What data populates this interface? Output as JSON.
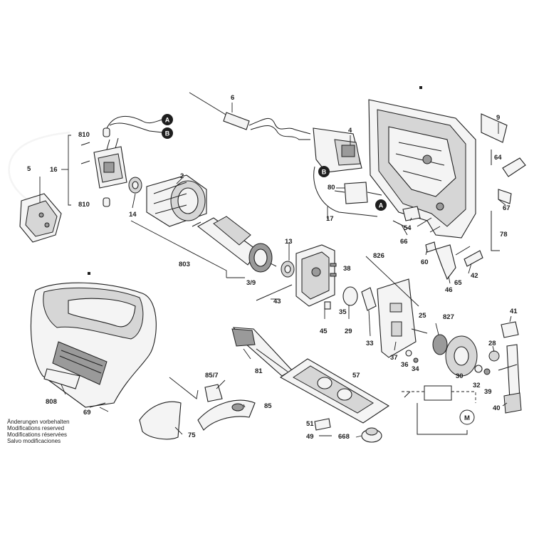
{
  "labels": {
    "p6": "6",
    "p4": "4",
    "p9": "9",
    "p64": "64",
    "p5": "5",
    "p16": "16",
    "p810a": "810",
    "p810b": "810",
    "p2": "2",
    "p14": "14",
    "p80": "80",
    "p17": "17",
    "p67": "67",
    "p78": "78",
    "p13": "13",
    "p54": "54",
    "p803": "803",
    "p3_9": "3/9",
    "p38": "38",
    "p826": "826",
    "p66": "66",
    "p60": "60",
    "p42": "42",
    "p46": "46",
    "p65": "65",
    "p43": "43",
    "p35": "35",
    "p29": "29",
    "p25": "25",
    "p827": "827",
    "p41": "41",
    "p45": "45",
    "p33": "33",
    "p28": "28",
    "p37": "37",
    "p36": "36",
    "p34": "34",
    "p81": "81",
    "p57": "57",
    "p32": "32",
    "p39": "39",
    "p30": "30",
    "p85_7": "85/7",
    "p808": "808",
    "p69": "69",
    "p85": "85",
    "p40": "40",
    "p75": "75",
    "p51": "51",
    "p49": "49",
    "p668": "668"
  },
  "badges": {
    "a1": "A",
    "b1": "B",
    "b2": "B",
    "a2": "A"
  },
  "motor_symbol": "M",
  "notes": {
    "line1": "Änderungen vorbehalten",
    "line2": "Modifications reserved",
    "line3": "Modifications réservées",
    "line4": "Salvo modificaciones"
  },
  "colors": {
    "ink": "#1e1e1e",
    "part": "#f4f4f4",
    "shade": "#9a9a9a"
  }
}
